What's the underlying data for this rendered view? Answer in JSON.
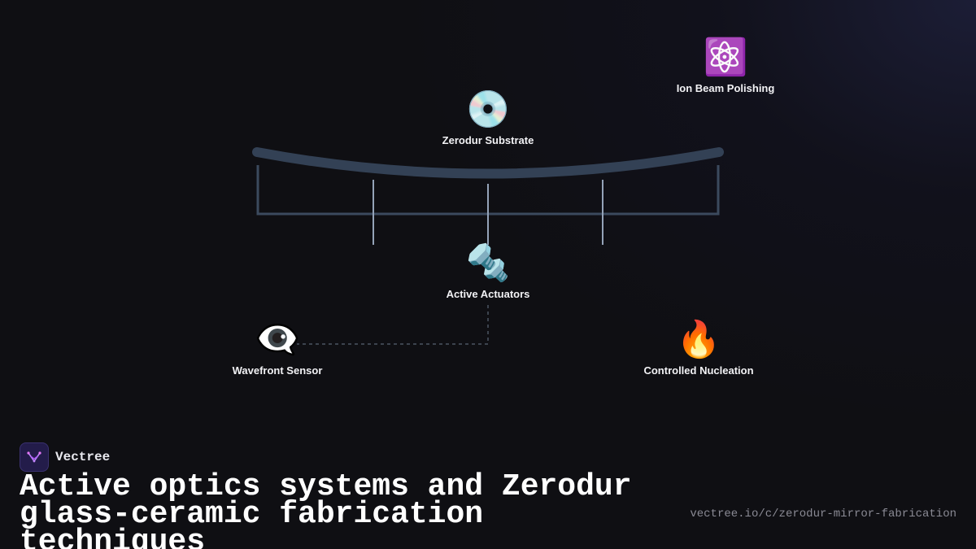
{
  "diagram": {
    "nodes": {
      "ion_beam": {
        "icon": "atom-icon",
        "glyph": "⚛️",
        "label": "Ion Beam Polishing"
      },
      "zerodur": {
        "icon": "disc-icon",
        "glyph": "💿",
        "label": "Zerodur Substrate"
      },
      "actuators": {
        "icon": "nut-and-bolt-icon",
        "glyph": "🔩",
        "label": "Active Actuators"
      },
      "wavefront": {
        "icon": "eye-icon",
        "glyph": "👁️‍🗨️",
        "label": "Wavefront Sensor"
      },
      "nucleation": {
        "icon": "fire-icon",
        "glyph": "🔥",
        "label": "Controlled Nucleation"
      }
    },
    "colors": {
      "mirror": "#334155",
      "frame": "#3b4a5e",
      "actuator_rod": "#94a3b8",
      "link_dashed": "#4b5563"
    }
  },
  "footer": {
    "brand_name": "Vectree",
    "brand_icon": "vectree-logo-icon",
    "title": "Active optics systems and Zerodur glass-ceramic fabrication techniques",
    "url": "vectree.io/c/zerodur-mirror-fabrication"
  }
}
